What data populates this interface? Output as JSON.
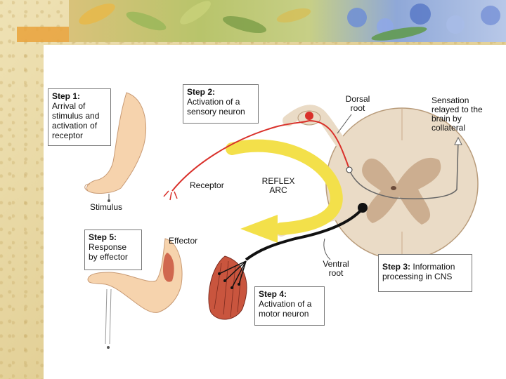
{
  "steps": {
    "step1": {
      "title": "Step 1:",
      "text": "Arrival of stimulus and activation of receptor"
    },
    "step2": {
      "title": "Step 2:",
      "text": "Activation of a sensory neuron"
    },
    "step3": {
      "title": "Step 3:",
      "text": "Information processing in CNS"
    },
    "step4": {
      "title": "Step 4:",
      "text": "Activation of a motor neuron"
    },
    "step5": {
      "title": "Step 5:",
      "text": "Response by effector"
    }
  },
  "labels": {
    "dorsal_root": "Dorsal root",
    "sensation": "Sensation relayed to the brain by collateral",
    "receptor": "Receptor",
    "reflex_arc": "REFLEX ARC",
    "stimulus": "Stimulus",
    "effector": "Effector",
    "ventral_root": "Ventral root"
  },
  "colors": {
    "sensory_neuron": "#d9302a",
    "motor_neuron": "#111111",
    "reflex_arrow": "#f3e04a",
    "spinal_cord": "#eadbc6",
    "gray_matter": "#c9a98a",
    "muscle": "#c9553e",
    "skin": "#f6d3ad"
  },
  "icons": [
    "arm-stimulus",
    "arm-effector",
    "spinal-cord",
    "muscle-bundle",
    "reflex-arrow"
  ]
}
